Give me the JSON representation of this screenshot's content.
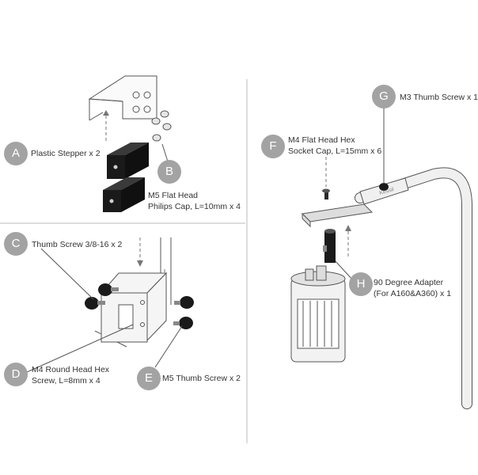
{
  "callouts": [
    {
      "letter": "A",
      "lines": [
        "Plastic Stepper x 2"
      ]
    },
    {
      "letter": "B",
      "lines": [
        "M5 Flat Head",
        "Philips Cap, L=10mm x 4"
      ]
    },
    {
      "letter": "C",
      "lines": [
        "Thumb Screw 3/8-16 x 2"
      ]
    },
    {
      "letter": "D",
      "lines": [
        "M4 Round Head Hex",
        "Screw, L=8mm x 4"
      ]
    },
    {
      "letter": "E",
      "lines": [
        "M5 Thumb Screw x 2"
      ]
    },
    {
      "letter": "F",
      "lines": [
        "M4 Flat Head Hex",
        "Socket Cap, L=15mm x 6"
      ]
    },
    {
      "letter": "G",
      "lines": [
        "M3 Thumb Screw x 1"
      ]
    },
    {
      "letter": "H",
      "lines": [
        "90 Degree Adapter",
        "(For A160&A360) x 1"
      ]
    }
  ],
  "arm_brand": "Kessil",
  "colors": {
    "badge": "#a3a3a3",
    "line": "#555555",
    "part_dark": "#1a1a1a",
    "part_light": "#d8d8d8"
  }
}
